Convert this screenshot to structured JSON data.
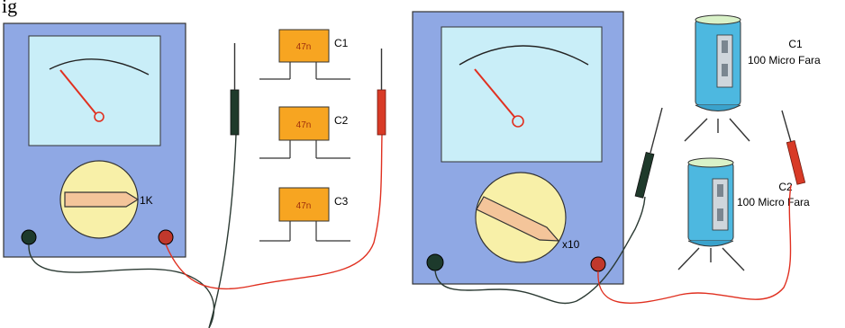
{
  "caption": "ig",
  "meters": [
    {
      "range_label": "1K"
    },
    {
      "range_label": "x10"
    }
  ],
  "ceramic_capacitors": [
    {
      "value": "47n",
      "label": "C1"
    },
    {
      "value": "47n",
      "label": "C2"
    },
    {
      "value": "47n",
      "label": "C3"
    }
  ],
  "electrolytic_capacitors": [
    {
      "label": "C1",
      "value": "100 Micro Fara"
    },
    {
      "label": "C2",
      "value": "100 Micro Fara"
    }
  ],
  "colors": {
    "meter_body": "#8fa8e4",
    "meter_screen": "#c9eef8",
    "dial": "#f8f0a8",
    "pointer": "#f4c59a",
    "ceramic_cap": "#f7a521",
    "cap_can": "#4db8e0",
    "lead_black": "#2b3a33",
    "lead_red": "#e03020",
    "needle": "#e03020"
  }
}
